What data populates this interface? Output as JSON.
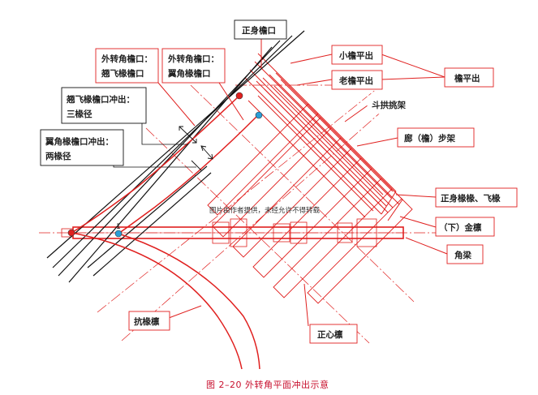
{
  "labels": {
    "zhengshen_yankou": "正身檐口",
    "xiaoyan_pingchu": "小檐平出",
    "laoyan_pingchu": "老檐平出",
    "yan_pingchu": "檐平出",
    "dougong_tiaojia": "斗拱挑架",
    "lang_bujia": "廊（檐）步架",
    "zhengshen_chuanzi": "正身椽椽、飞椽",
    "xia_jinlin": "（下）金檩",
    "jiaoliang": "角梁",
    "zhengxinlin": "正心檩",
    "kanglin": "抗椽檩",
    "wai_feichuan_line1": "外转角檐口：",
    "wai_feichuan_line2": "翘飞椽檐口",
    "wai_yichuan_line1": "外转角檐口：",
    "wai_yichuan_line2": "翼角椽檐口",
    "qiao_chongchu_line1": "翘飞椽檐口冲出：",
    "qiao_chongchu_line2": "三椽径",
    "yi_chongchu_line1": "翼角椽檐口冲出：",
    "yi_chongchu_line2": "两椽径"
  },
  "watermark": "图片由作者提供，未经允许不得转载",
  "caption": "图 2–20    外转角平面冲出示意",
  "point_labels": {
    "p1": "1"
  },
  "colors": {
    "accent": "#e0201f",
    "ink": "#111111",
    "caption": "#c8102e"
  }
}
